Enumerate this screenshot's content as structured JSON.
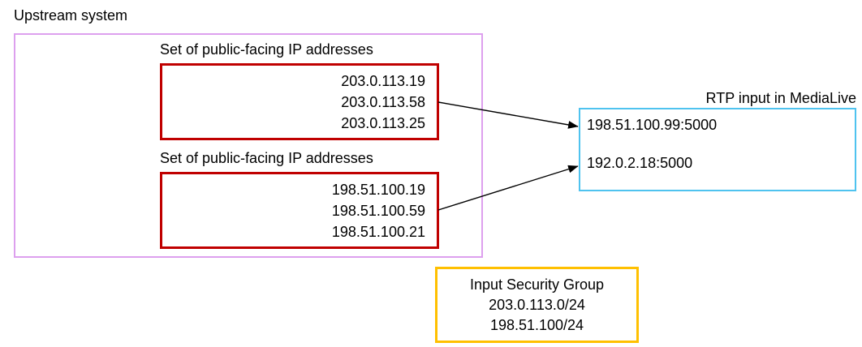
{
  "diagram": {
    "title": "Upstream system",
    "upstream": {
      "label": "Upstream system",
      "border_color": "#DDA0EE",
      "ip_sets": [
        {
          "caption": "Set of public-facing IP addresses",
          "border_color": "#C00000",
          "addresses": [
            "203.0.113.19",
            "203.0.113.58",
            "203.0.113.25"
          ]
        },
        {
          "caption": "Set of public-facing IP addresses",
          "border_color": "#C00000",
          "addresses": [
            "198.51.100.19",
            "198.51.100.59",
            "198.51.100.21"
          ]
        }
      ]
    },
    "rtp_input": {
      "caption": "RTP input in MediaLive",
      "border_color": "#4FC3EF",
      "endpoints": [
        "198.51.100.99:5000",
        "192.0.2.18:5000"
      ]
    },
    "security_group": {
      "title": "Input Security Group",
      "border_color": "#FFC000",
      "cidrs": [
        "203.0.113.0/24",
        "198.51.100/24"
      ]
    },
    "connectors": [
      {
        "name": "arrow-ipset1-to-endpoint1",
        "from": "ip-set-1",
        "to": "rtp-endpoint-1",
        "color": "#000000"
      },
      {
        "name": "arrow-ipset2-to-endpoint2",
        "from": "ip-set-2",
        "to": "rtp-endpoint-2",
        "color": "#000000"
      }
    ]
  }
}
